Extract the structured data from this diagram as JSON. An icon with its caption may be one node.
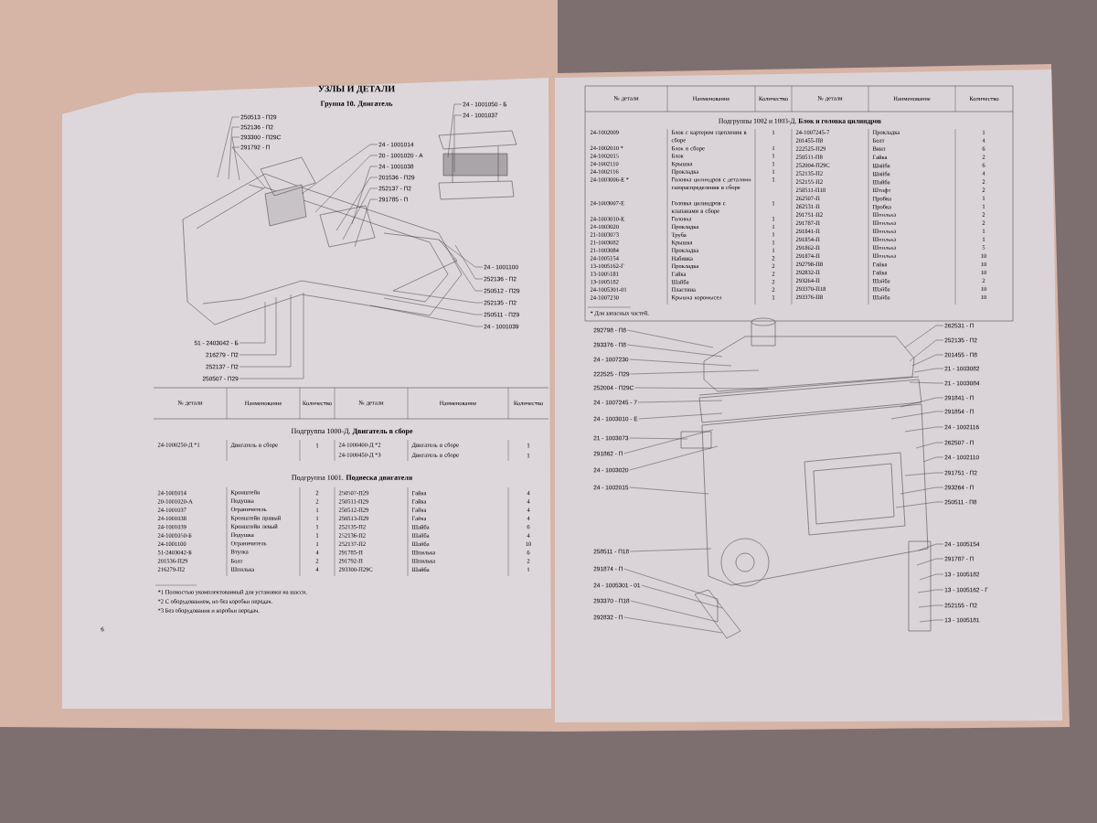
{
  "diagram": {
    "nodes": [
      {
        "text": [
          "250513 - П29"
        ]
      },
      {
        "text": [
          "252136 - П2"
        ]
      },
      {
        "text": [
          "293300 - П29С"
        ]
      },
      {
        "text": [
          "291792 - П"
        ]
      },
      {
        "text": [
          "24 - 1001014"
        ]
      },
      {
        "text": [
          "20 - 1001020 - А"
        ]
      },
      {
        "text": [
          "24 - 1001038"
        ]
      },
      {
        "text": [
          "201536 - П29"
        ]
      },
      {
        "text": [
          "252137 - П2"
        ]
      },
      {
        "text": [
          "291785 - П"
        ]
      },
      {
        "text": [
          "24 - 1001050 - Б"
        ]
      },
      {
        "text": [
          "24 - 1001037"
        ]
      },
      {
        "text": [
          "24 - 1001100"
        ]
      },
      {
        "text": [
          "252136 - П2"
        ]
      },
      {
        "text": [
          "250512 - П29"
        ]
      },
      {
        "text": [
          "252135 - П2"
        ]
      },
      {
        "text": [
          "250511 - П29"
        ]
      },
      {
        "text": [
          "24 - 1001039"
        ]
      },
      {
        "text": [
          "51 - 2403042 - Б"
        ]
      },
      {
        "text": [
          "216279 - П2"
        ]
      },
      {
        "text": [
          "252137 - П2"
        ]
      },
      {
        "text": [
          "250507 - П29"
        ]
      },
      {
        "text": [
          "292798 - П8"
        ]
      },
      {
        "text": [
          "293376 - П8"
        ]
      },
      {
        "text": [
          "24 - 1007230"
        ]
      },
      {
        "text": [
          "222525 - П29"
        ]
      },
      {
        "text": [
          "252004 - П29С"
        ]
      },
      {
        "text": [
          "24 - 1007245 - 7"
        ]
      },
      {
        "text": [
          "24 - 1003010 - Е"
        ]
      },
      {
        "text": [
          "21 - 1003073"
        ]
      },
      {
        "text": [
          "291862 - П"
        ]
      },
      {
        "text": [
          "24 - 1003020"
        ]
      },
      {
        "text": [
          "24 - 1002015"
        ]
      },
      {
        "text": [
          "258511 - П18"
        ]
      },
      {
        "text": [
          "291874 - П"
        ]
      },
      {
        "text": [
          "24 - 1005301 - 01"
        ]
      },
      {
        "text": [
          "293370 - П18"
        ]
      },
      {
        "text": [
          "292832 - П"
        ]
      },
      {
        "text": [
          "262531 - П"
        ]
      },
      {
        "text": [
          "252135 - П2"
        ]
      },
      {
        "text": [
          "201455 - П8"
        ]
      },
      {
        "text": [
          "21 - 1003082"
        ]
      },
      {
        "text": [
          "21 - 1003084"
        ]
      },
      {
        "text": [
          "291841 - П"
        ]
      },
      {
        "text": [
          "291854 - П"
        ]
      },
      {
        "text": [
          "24 - 1002116"
        ]
      },
      {
        "text": [
          "262507 - П"
        ]
      },
      {
        "text": [
          "24 - 1002110"
        ]
      },
      {
        "text": [
          "291751 - П2"
        ]
      },
      {
        "text": [
          "293264 - П"
        ]
      },
      {
        "text": [
          "250511 - П8"
        ]
      },
      {
        "text": [
          "24 - 1005154"
        ]
      },
      {
        "text": [
          "291787 - П"
        ]
      },
      {
        "text": [
          "13 - 1005182"
        ]
      },
      {
        "text": [
          "13 - 1005162 - Г"
        ]
      },
      {
        "text": [
          "252155 - П2"
        ]
      },
      {
        "text": [
          "13 - 1005181"
        ]
      }
    ],
    "edges": [
      {
        "from": 0,
        "to": null,
        "arrow": "none"
      },
      {
        "from": 1,
        "to": null,
        "arrow": "none"
      },
      {
        "from": 2,
        "to": null,
        "arrow": "none"
      },
      {
        "from": 3,
        "to": null,
        "arrow": "none"
      },
      {
        "from": 4,
        "to": null,
        "arrow": "none"
      },
      {
        "from": 5,
        "to": null,
        "arrow": "none"
      },
      {
        "from": 6,
        "to": null,
        "arrow": "none"
      },
      {
        "from": 7,
        "to": null,
        "arrow": "none"
      },
      {
        "from": 8,
        "to": null,
        "arrow": "none"
      },
      {
        "from": 9,
        "to": null,
        "arrow": "none"
      },
      {
        "from": 10,
        "to": null,
        "arrow": "none"
      },
      {
        "from": 11,
        "to": null,
        "arrow": "none"
      },
      {
        "from": 12,
        "to": null,
        "arrow": "none"
      },
      {
        "from": 13,
        "to": null,
        "arrow": "none"
      },
      {
        "from": 14,
        "to": null,
        "arrow": "none"
      },
      {
        "from": 15,
        "to": null,
        "arrow": "none"
      },
      {
        "from": 16,
        "to": null,
        "arrow": "none"
      },
      {
        "from": 17,
        "to": null,
        "arrow": "none"
      },
      {
        "from": 18,
        "to": null,
        "arrow": "none"
      },
      {
        "from": 19,
        "to": null,
        "arrow": "none"
      },
      {
        "from": 20,
        "to": null,
        "arrow": "none"
      },
      {
        "from": 21,
        "to": null,
        "arrow": "none"
      },
      {
        "from": 22,
        "to": null,
        "arrow": "none"
      },
      {
        "from": 23,
        "to": null,
        "arrow": "none"
      },
      {
        "from": 24,
        "to": null,
        "arrow": "none"
      },
      {
        "from": 25,
        "to": null,
        "arrow": "none"
      },
      {
        "from": 26,
        "to": null,
        "arrow": "none"
      },
      {
        "from": 27,
        "to": null,
        "arrow": "none"
      },
      {
        "from": 28,
        "to": null,
        "arrow": "none"
      },
      {
        "from": 29,
        "to": null,
        "arrow": "none"
      },
      {
        "from": 30,
        "to": null,
        "arrow": "none"
      },
      {
        "from": 31,
        "to": null,
        "arrow": "none"
      },
      {
        "from": 32,
        "to": null,
        "arrow": "none"
      },
      {
        "from": 33,
        "to": null,
        "arrow": "none"
      },
      {
        "from": 34,
        "to": null,
        "arrow": "none"
      },
      {
        "from": 35,
        "to": null,
        "arrow": "none"
      },
      {
        "from": 36,
        "to": null,
        "arrow": "none"
      },
      {
        "from": 37,
        "to": null,
        "arrow": "none"
      },
      {
        "from": 38,
        "to": null,
        "arrow": "none"
      },
      {
        "from": 39,
        "to": null,
        "arrow": "none"
      },
      {
        "from": 40,
        "to": null,
        "arrow": "none"
      },
      {
        "from": 41,
        "to": null,
        "arrow": "none"
      },
      {
        "from": 42,
        "to": null,
        "arrow": "none"
      },
      {
        "from": 43,
        "to": null,
        "arrow": "none"
      },
      {
        "from": 44,
        "to": null,
        "arrow": "none"
      },
      {
        "from": 45,
        "to": null,
        "arrow": "none"
      },
      {
        "from": 46,
        "to": null,
        "arrow": "none"
      },
      {
        "from": 47,
        "to": null,
        "arrow": "none"
      },
      {
        "from": 48,
        "to": null,
        "arrow": "none"
      },
      {
        "from": 49,
        "to": null,
        "arrow": "none"
      },
      {
        "from": 50,
        "to": null,
        "arrow": "none"
      },
      {
        "from": 51,
        "to": null,
        "arrow": "none"
      },
      {
        "from": 52,
        "to": null,
        "arrow": "none"
      },
      {
        "from": 53,
        "to": null,
        "arrow": "none"
      },
      {
        "from": 54,
        "to": null,
        "arrow": "none"
      },
      {
        "from": 55,
        "to": null,
        "arrow": "none"
      },
      {
        "from": 56,
        "to": null,
        "arrow": "none"
      }
    ],
    "labels": [
      "УЗЛЫ И ДЕТАЛИ",
      "Группа 10. Двигатель",
      "№ детали",
      "Наименование",
      "Количество",
      "№ детали",
      "Наименование",
      "Количество",
      "Подгруппа 1000-Д. **Двигатель в сборе**",
      "24-1000250-Д *1",
      "Двигатель в сборе",
      "1",
      "24-1000400-Д *2",
      "Двигатель в сборе",
      "1",
      "24-1000450-Д *3",
      "Двигатель в сборе",
      "1",
      "Подгруппа 1001. **Подвеска двигателя**",
      "24-1001014",
      "Кронштейн",
      "2",
      "250507-П29",
      "Гайка",
      "4",
      "20-1001020-А",
      "Подушка",
      "2",
      "250511-П29",
      "Гайка",
      "4",
      "24-1001037",
      "Ограничитель",
      "1",
      "250512-П29",
      "Гайка",
      "4",
      "24-1001038",
      "Кронштейн правый",
      "1",
      "250513-П29",
      "Гайка",
      "4",
      "24-1001039",
      "Кронштейн левый",
      "1",
      "252135-П2",
      "Шайба",
      "6",
      "24-1001050-Б",
      "Подушка",
      "1",
      "252136-П2",
      "Шайба",
      "4",
      "24-1001100",
      "Ограничитель",
      "1",
      "252137-П2",
      "Шайба",
      "10",
      "51-2403042-Б",
      "Втулка",
      "4",
      "291785-П",
      "Шпилька",
      "6",
      "201536-П29",
      "Болт",
      "2",
      "291792-П",
      "Шпилька",
      "2",
      "216279-П2",
      "Шпилька",
      "4",
      "293300-П29С",
      "Шайба",
      "1",
      "*1 Полностью укомплектованный для установки на шасси.",
      "*2 С оборудованием, но без коробки передач.",
      "*3 Без оборудования и коробки передач.",
      "6",
      "№ детали",
      "Наименование",
      "Количество",
      "№ детали",
      "Наименование",
      "Количество",
      "Подгруппы 1002 и 1003-Д. **Блок и головка цилиндров**",
      "24-1002009",
      "Блок с картером сцепления в сборе",
      "1",
      "24-1007245-7",
      "Прокладка",
      "1",
      "24-1002010 *",
      "Блок в сборе",
      "1",
      "201455-П8",
      "Болт",
      "4",
      "24-1002015",
      "Блок",
      "1",
      "222525-П29",
      "Винт",
      "6",
      "24-1002110",
      "Крышка",
      "1",
      "250511-П8",
      "Гайка",
      "2",
      "24-1002116",
      "Прокладка",
      "1",
      "252004-П29С",
      "Шайба",
      "6",
      "24-1003006-Е *",
      "Головка цилиндров с деталями газораспределения в сборе",
      "1",
      "252135-П2",
      "Шайба",
      "4",
      "24-1003007-Е",
      "Головка цилиндров с клапанами в сборе",
      "1",
      "252155-П2",
      "Шайба",
      "2",
      "24-1003010-Е",
      "Головка",
      "1",
      "258511-П18",
      "Штифт",
      "2",
      "24-1003020",
      "Прокладка",
      "1",
      "262507-П",
      "Пробка",
      "1",
      "21-1003073",
      "Труба",
      "1",
      "262531-П",
      "Пробка",
      "1",
      "21-1003082",
      "Крышка",
      "1",
      "291751-П2",
      "Шпилька",
      "2",
      "21-1003084",
      "Прокладка",
      "1",
      "291787-П",
      "Шпилька",
      "2",
      "24-1005154",
      "Набивка",
      "2",
      "291841-П",
      "Шпилька",
      "1",
      "13-1005162-Г",
      "Прокладка",
      "2",
      "291854-П",
      "Шпилька",
      "1",
      "13-1005181",
      "Гайка",
      "2",
      "291862-П",
      "Шпилька",
      "5",
      "13-1005182",
      "Шайба",
      "2",
      "291874-П",
      "Шпилька",
      "10",
      "24-1005301-01",
      "Пластина",
      "2",
      "292798-П8",
      "Гайка",
      "10",
      "24-1007230",
      "Крышка коромысел",
      "1",
      "292832-П",
      "Гайка",
      "10",
      "293264-П",
      "Шайба",
      "2",
      "293370-П18",
      "Шайба",
      "10",
      "293376-П8",
      "Шайба",
      "10",
      "* Для запасных частей."
    ]
  }
}
